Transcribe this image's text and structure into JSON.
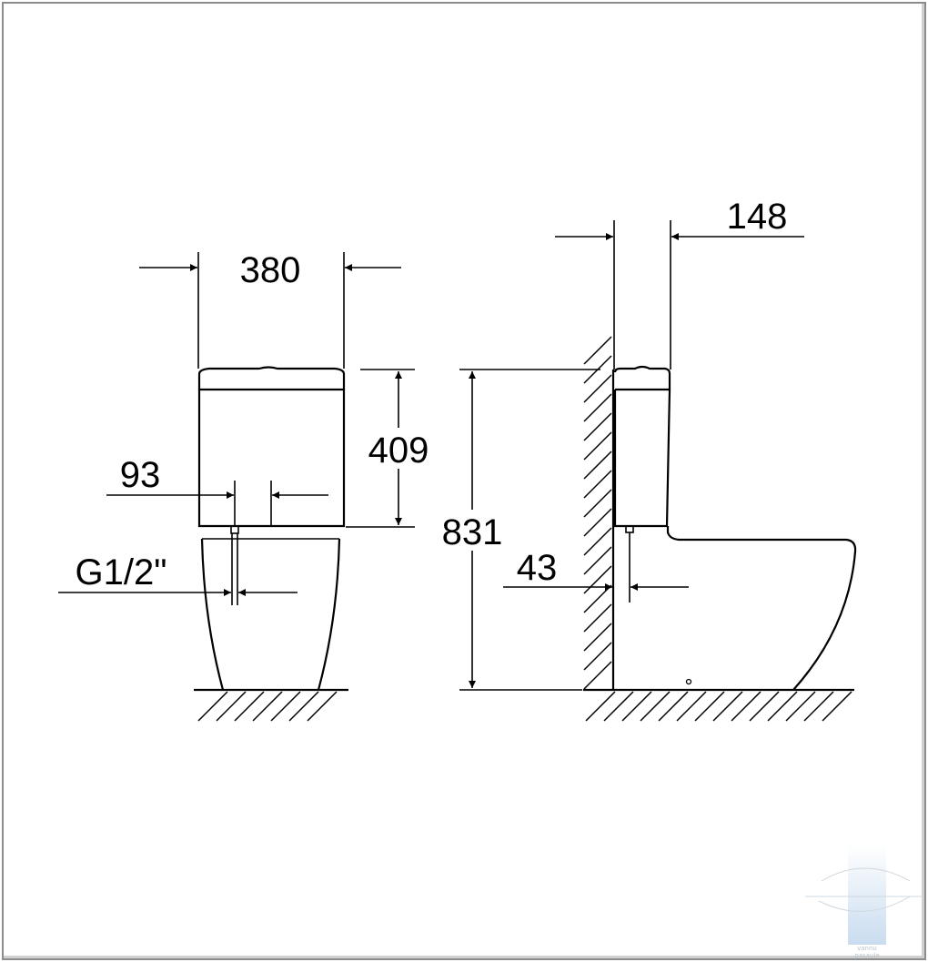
{
  "dimensions": {
    "width_front": "380",
    "height_tank": "409",
    "inlet_offset": "93",
    "inlet_thread": "G1/2\"",
    "width_side": "148",
    "height_total": "831",
    "wall_offset": "43"
  },
  "watermark": {
    "text_line1": "vannu",
    "text_line2": "pasaule"
  }
}
